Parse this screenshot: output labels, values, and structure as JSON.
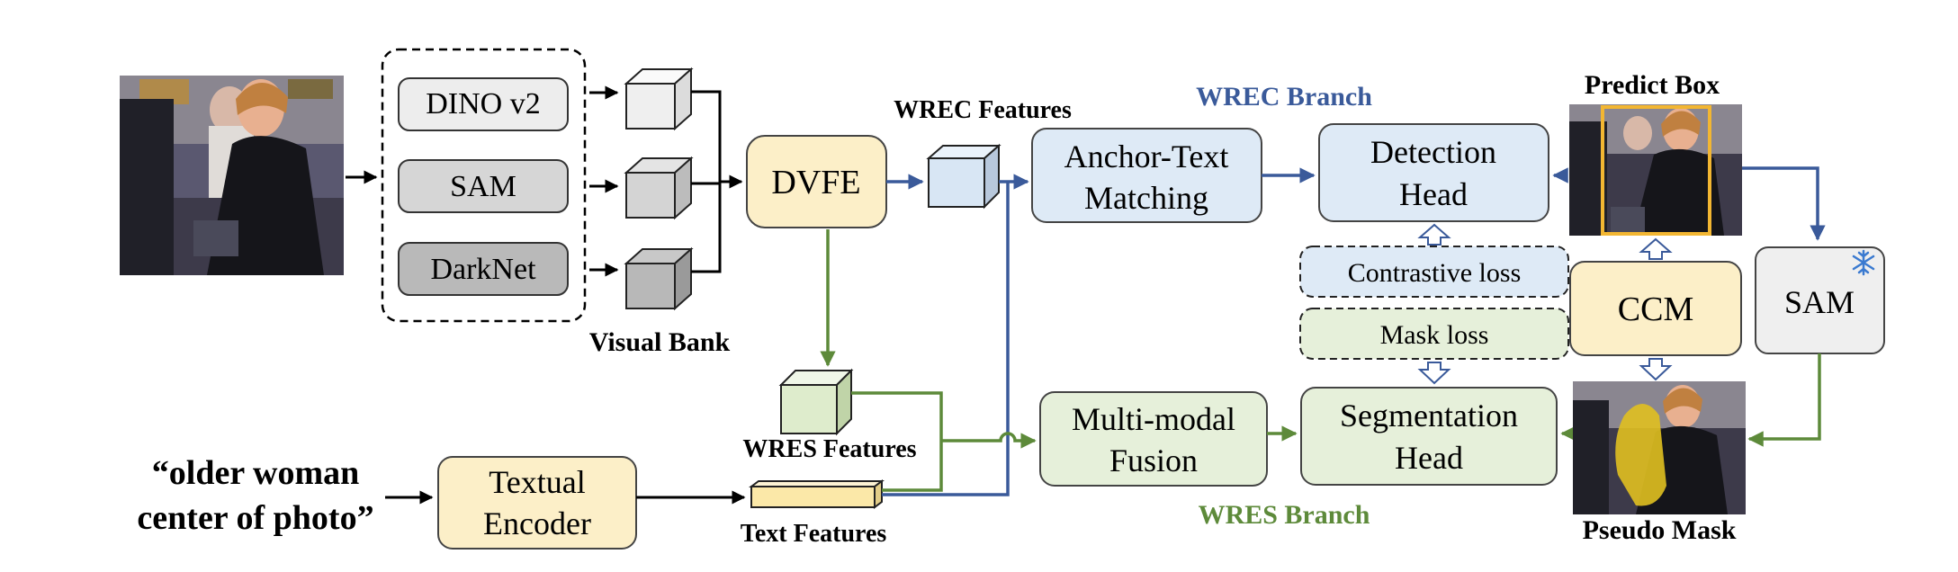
{
  "visual_bank": {
    "label": "Visual Bank",
    "backbones": [
      "DINO v2",
      "SAM",
      "DarkNet"
    ]
  },
  "dvfe": {
    "label": "DVFE"
  },
  "wrec_features": {
    "label": "WREC Features"
  },
  "wres_features": {
    "label": "WRES Features"
  },
  "text_features": {
    "label": "Text Features"
  },
  "query": {
    "line1": "“older woman",
    "line2": "center of photo”"
  },
  "textual_encoder": {
    "line1": "Textual",
    "line2": "Encoder"
  },
  "wrec_branch": {
    "label": "WREC Branch",
    "anchor_text": {
      "line1": "Anchor-Text",
      "line2": "Matching"
    },
    "detection_head": {
      "line1": "Detection",
      "line2": "Head"
    }
  },
  "wres_branch": {
    "label": "WRES Branch",
    "fusion": {
      "line1": "Multi-modal",
      "line2": "Fusion"
    },
    "segmentation_head": {
      "line1": "Segmentation",
      "line2": "Head"
    }
  },
  "losses": {
    "contrastive": "Contrastive loss",
    "mask": "Mask loss"
  },
  "ccm": {
    "label": "CCM"
  },
  "sam_frozen": {
    "label": "SAM",
    "icon": "snowflake-icon"
  },
  "predict_box": {
    "label": "Predict Box"
  },
  "pseudo_mask": {
    "label": "Pseudo Mask"
  },
  "colors": {
    "wrec_blue": "#3a5a9a",
    "wres_green": "#5d8a3a",
    "yellow_fill": "#fcefc8",
    "blue_fill": "#deeaf6",
    "green_fill": "#e6f0da",
    "box_yellow": "#f2b632"
  }
}
